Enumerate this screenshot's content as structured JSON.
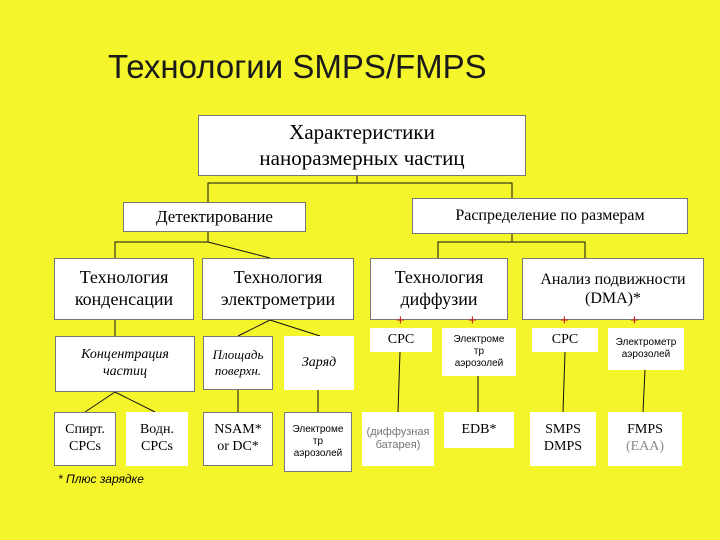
{
  "title": "Технологии SMPS/FMPS",
  "root": "Характеристики\nнаноразмерных частиц",
  "detection": "Детектирование",
  "size_distribution": "Распределение по размерам",
  "tech_condensation": "Технология\nконденсации",
  "tech_electrometry": "Технология\nэлектрометрии",
  "tech_diffusion": "Технология\nдиффузии",
  "dma": "Анализ подвижности\n(DMA)*",
  "particle_concentration": "Концентрация\nчастиц",
  "surface_area": "Площадь\nповерхн.",
  "charge": "Заряд",
  "cpc_diffusion": "CPC",
  "aerosol_electrometer_diffusion": "Электроме\nтр\nаэрозолей",
  "cpc_dma": "CPC",
  "aerosol_electrometer_dma": "Электрометр\nаэрозолей",
  "alcohol_cpcs": "Спирт.\nCPCs",
  "water_cpcs": "Водн.\nCPCs",
  "nsam": "NSAM*\nor DC*",
  "aerosol_electrometer": "Электроме\nтр\nаэрозолей",
  "diffusion_battery": "(диффузная\nбатарея)",
  "edb": "EDB*",
  "smps_dmps": "SMPS\nDMPS",
  "fmps_line1": "FMPS",
  "fmps_line2": "(EAA)",
  "plus_sign": "+",
  "footnote": "* Плюс зарядке",
  "colors": {
    "background": "#F5F52C",
    "plus": "#cc1f1f",
    "eaa": "#8a8a8a"
  }
}
